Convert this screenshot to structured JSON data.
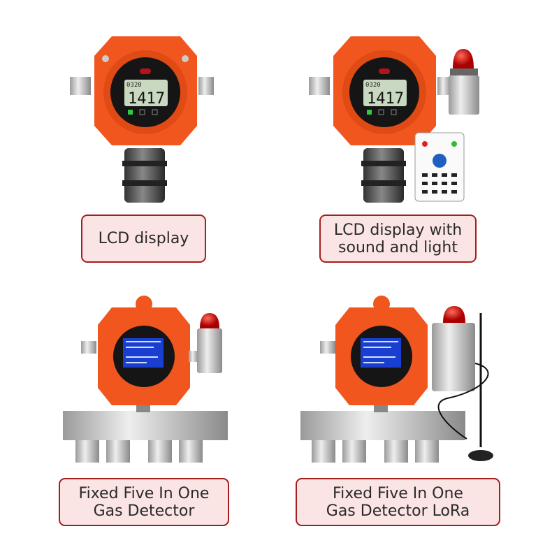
{
  "products": [
    {
      "label": "LCD display",
      "lcd_small": "0320",
      "lcd_big": "1417"
    },
    {
      "label": "LCD display with\nsound and light",
      "lcd_small": "0320",
      "lcd_big": "1417"
    },
    {
      "label": "Fixed Five In One\nGas Detector"
    },
    {
      "label": "Fixed Five In One\nGas Detector LoRa"
    }
  ],
  "colors": {
    "body": "#f0561e",
    "label_fill": "#fbe4e4",
    "label_border": "#a51d1d",
    "lcd": "#c9d8c0",
    "tft": "#1a3fd0",
    "alarm": "#d81818"
  }
}
